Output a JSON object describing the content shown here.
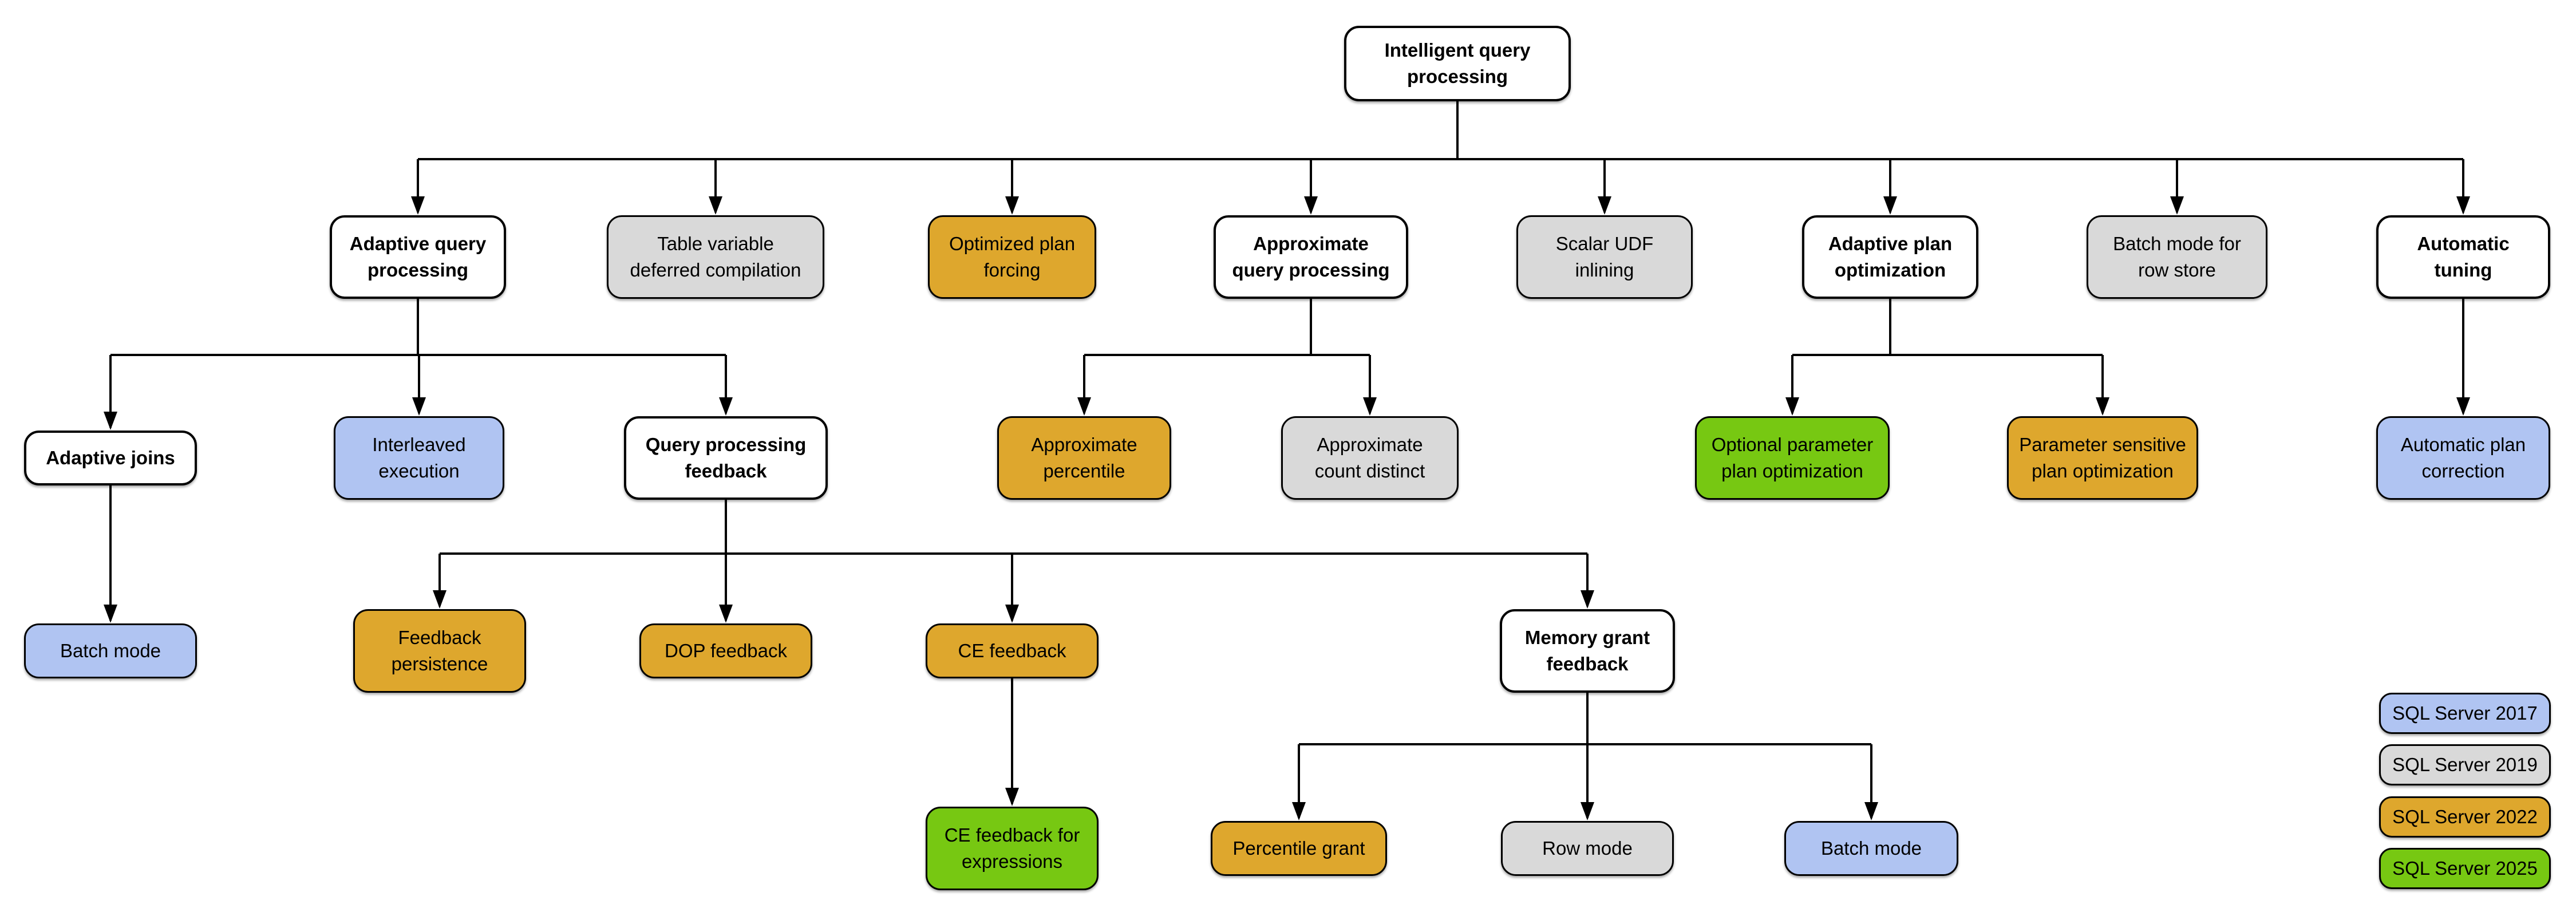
{
  "nodes": {
    "iqp": {
      "label": "Intelligent query\nprocessing",
      "version": "category"
    },
    "aqp": {
      "label": "Adaptive query\nprocessing",
      "version": "category"
    },
    "tvdc": {
      "label": "Table variable\ndeferred compilation",
      "version": "2019"
    },
    "opf": {
      "label": "Optimized plan\nforcing",
      "version": "2022"
    },
    "aqproc": {
      "label": "Approximate\nquery processing",
      "version": "category"
    },
    "sui": {
      "label": "Scalar UDF\ninlining",
      "version": "2019"
    },
    "apo": {
      "label": "Adaptive plan\noptimization",
      "version": "category"
    },
    "bmrs": {
      "label": "Batch mode for\nrow store",
      "version": "2019"
    },
    "at": {
      "label": "Automatic\ntuning",
      "version": "category"
    },
    "aj": {
      "label": "Adaptive joins",
      "version": "category"
    },
    "ie": {
      "label": "Interleaved\nexecution",
      "version": "2017"
    },
    "qpf": {
      "label": "Query processing\nfeedback",
      "version": "category"
    },
    "apct": {
      "label": "Approximate\npercentile",
      "version": "2022"
    },
    "acd": {
      "label": "Approximate\ncount distinct",
      "version": "2019"
    },
    "oppo": {
      "label": "Optional parameter\nplan optimization",
      "version": "2025"
    },
    "pspo": {
      "label": "Parameter sensitive\nplan optimization",
      "version": "2022"
    },
    "apc": {
      "label": "Automatic plan\ncorrection",
      "version": "2017"
    },
    "bm": {
      "label": "Batch mode",
      "version": "2017"
    },
    "fp": {
      "label": "Feedback\npersistence",
      "version": "2022"
    },
    "dop": {
      "label": "DOP feedback",
      "version": "2022"
    },
    "ce": {
      "label": "CE feedback",
      "version": "2022"
    },
    "mgf": {
      "label": "Memory grant\nfeedback",
      "version": "category"
    },
    "cefe": {
      "label": "CE feedback for\nexpressions",
      "version": "2025"
    },
    "pg": {
      "label": "Percentile grant",
      "version": "2022"
    },
    "rm": {
      "label": "Row mode",
      "version": "2019"
    },
    "bm2": {
      "label": "Batch mode",
      "version": "2017"
    }
  },
  "edges": [
    {
      "from": "iqp",
      "to": [
        "aqp",
        "tvdc",
        "opf",
        "aqproc",
        "sui",
        "apo",
        "bmrs",
        "at"
      ]
    },
    {
      "from": "aqp",
      "to": [
        "aj",
        "ie",
        "qpf"
      ]
    },
    {
      "from": "aqproc",
      "to": [
        "apct",
        "acd"
      ]
    },
    {
      "from": "apo",
      "to": [
        "oppo",
        "pspo"
      ]
    },
    {
      "from": "at",
      "to": [
        "apc"
      ]
    },
    {
      "from": "aj",
      "to": [
        "bm"
      ]
    },
    {
      "from": "qpf",
      "to": [
        "fp",
        "dop",
        "ce",
        "mgf"
      ]
    },
    {
      "from": "ce",
      "to": [
        "cefe"
      ]
    },
    {
      "from": "mgf",
      "to": [
        "pg",
        "rm",
        "bm2"
      ]
    }
  ],
  "legend": {
    "items": [
      {
        "label": "SQL Server 2017",
        "color": "#b0c4f2"
      },
      {
        "label": "SQL Server 2019",
        "color": "#d9d9d9"
      },
      {
        "label": "SQL Server 2022",
        "color": "#dea72d"
      },
      {
        "label": "SQL Server 2025",
        "color": "#77c812"
      }
    ]
  },
  "colors": {
    "category_fill": "#ffffff",
    "border": "#000000",
    "connector": "#000000"
  }
}
